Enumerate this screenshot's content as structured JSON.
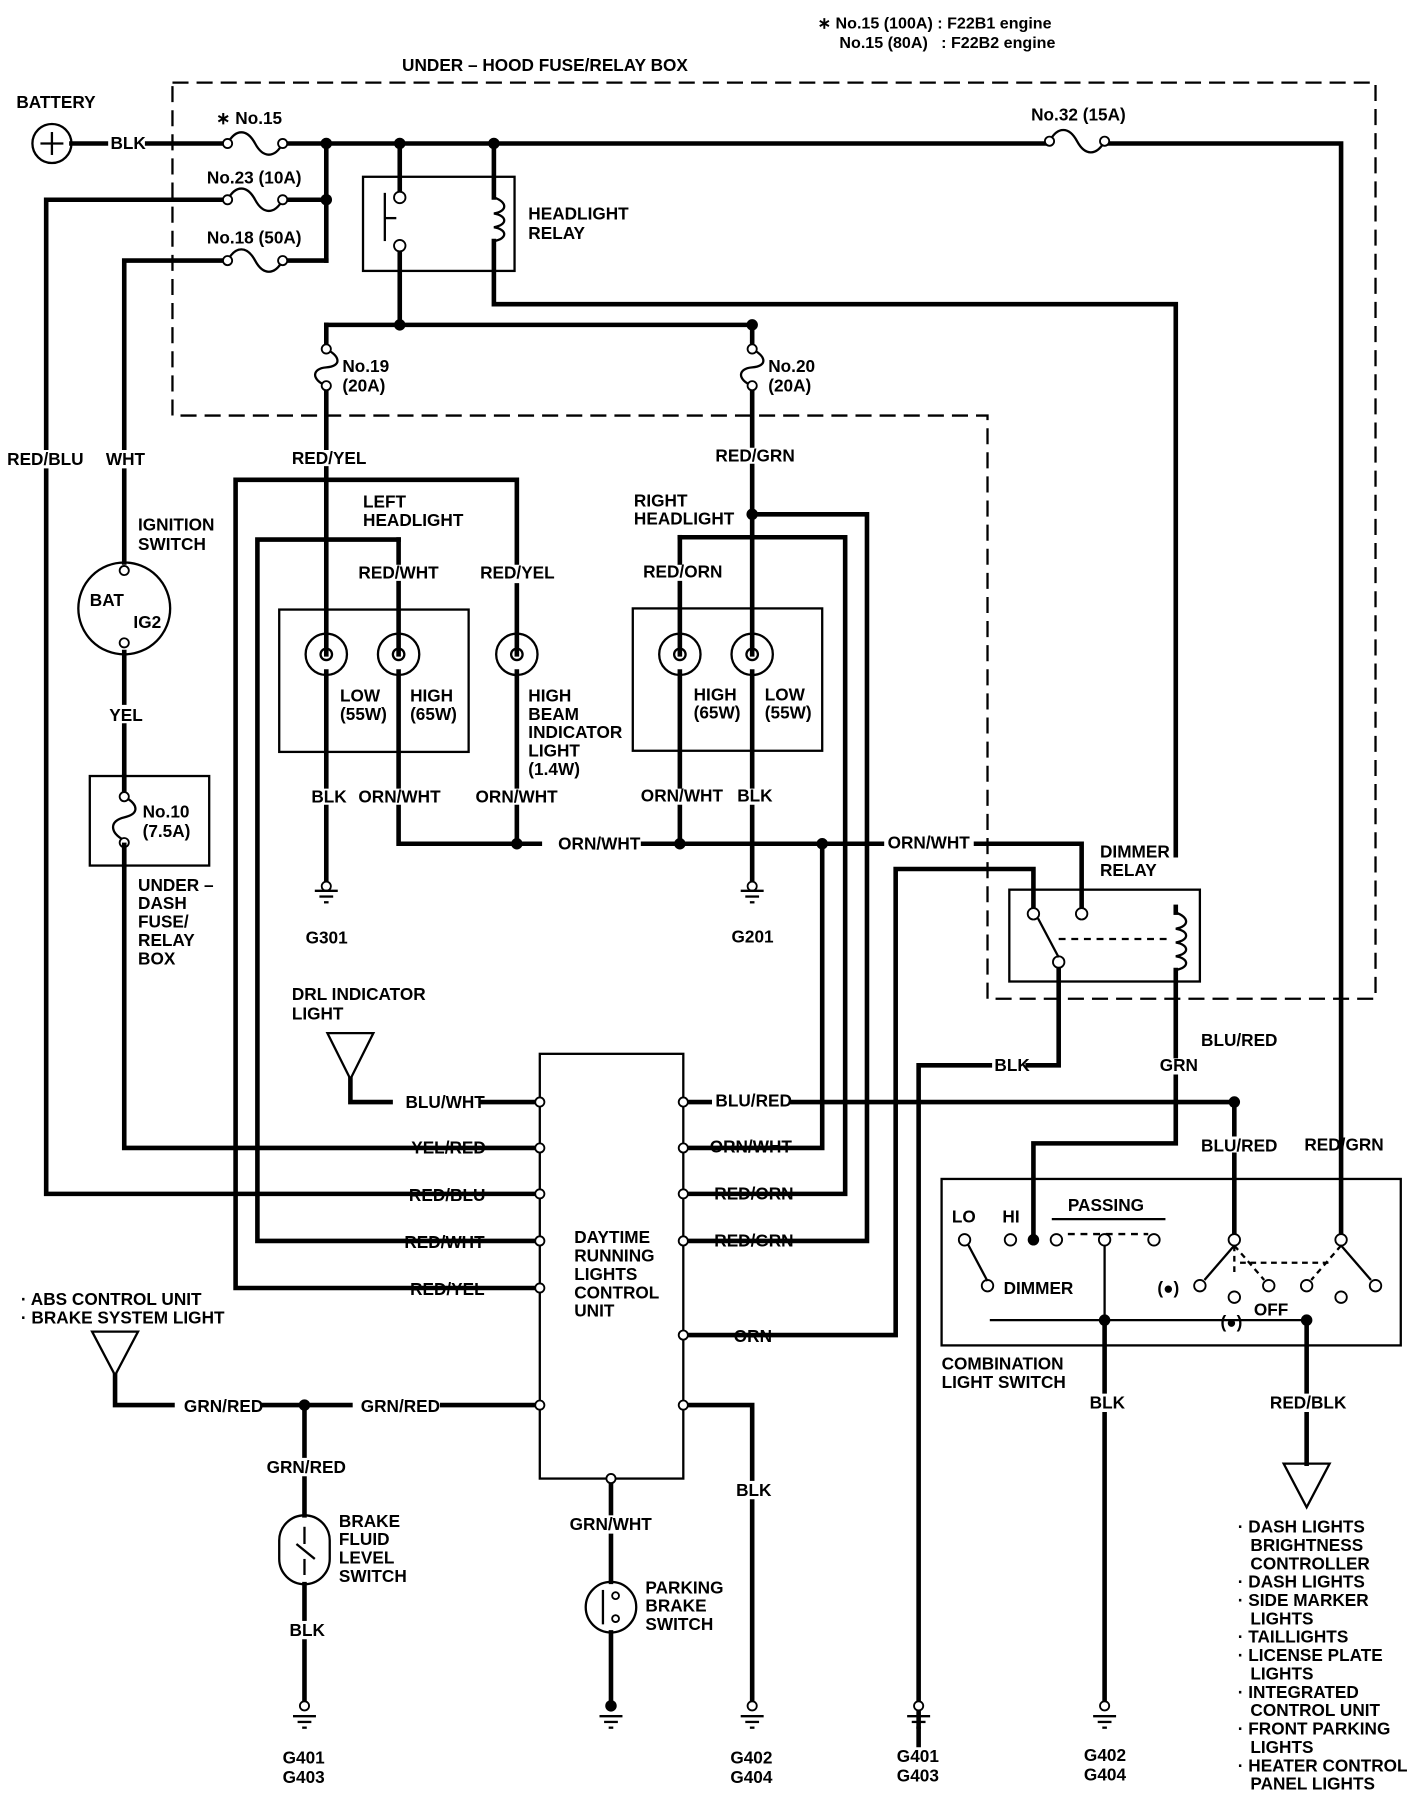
{
  "labels": {
    "note_line1": "∗ No.15 (100A) : F22B1 engine",
    "note_line2": "No.15 (80A)   : F22B2 engine",
    "underhood_box": "UNDER – HOOD FUSE/RELAY BOX",
    "battery": "BATTERY",
    "blk_battery": "BLK",
    "fuse15": "∗ No.15",
    "fuse23": "No.23 (10A)",
    "fuse18": "No.18 (50A)",
    "fuse32": "No.32 (15A)",
    "headlight_relay_1": "HEADLIGHT",
    "headlight_relay_2": "RELAY",
    "fuse19_1": "No.19",
    "fuse19_2": "(20A)",
    "fuse20_1": "No.20",
    "fuse20_2": "(20A)",
    "red_blu": "RED/BLU",
    "wht": "WHT",
    "red_yel_1": "RED/YEL",
    "red_grn_1": "RED/GRN",
    "ignition_1": "IGNITION",
    "ignition_2": "SWITCH",
    "bat": "BAT",
    "ig2": "IG2",
    "yel": "YEL",
    "fuse10_1": "No.10",
    "fuse10_2": "(7.5A)",
    "underdash_1": "UNDER –",
    "underdash_2": "DASH",
    "underdash_3": "FUSE/",
    "underdash_4": "RELAY",
    "underdash_5": "BOX",
    "left_hl_1": "LEFT",
    "left_hl_2": "HEADLIGHT",
    "right_hl_1": "RIGHT",
    "right_hl_2": "HEADLIGHT",
    "red_wht_1": "RED/WHT",
    "red_yel_2": "RED/YEL",
    "red_orn_1": "RED/ORN",
    "low_l_1": "LOW",
    "low_l_2": "(55W)",
    "high_l_1": "HIGH",
    "high_l_2": "(65W)",
    "hbi_1": "HIGH",
    "hbi_2": "BEAM",
    "hbi_3": "INDICATOR",
    "hbi_4": "LIGHT",
    "hbi_5": "(1.4W)",
    "high_r_1": "HIGH",
    "high_r_2": "(65W)",
    "low_r_1": "LOW",
    "low_r_2": "(55W)",
    "blk_l": "BLK",
    "orn_wht_a": "ORN/WHT",
    "orn_wht_b": "ORN/WHT",
    "orn_wht_c": "ORN/WHT",
    "blk_r": "BLK",
    "orn_wht_mid": "ORN/WHT",
    "orn_wht_right": "ORN/WHT",
    "g301": "G301",
    "g201": "G201",
    "dimmer_relay_1": "DIMMER",
    "dimmer_relay_2": "RELAY",
    "drl_ind_1": "DRL INDICATOR",
    "drl_ind_2": "LIGHT",
    "blk_relay": "BLK",
    "grn": "GRN",
    "blu_red_top": "BLU/RED",
    "pin_blu_wht": "BLU/WHT",
    "pin_yel_red": "YEL/RED",
    "pin_red_blu": "RED/BLU",
    "pin_red_wht": "RED/WHT",
    "pin_red_yel": "RED/YEL",
    "pin_blu_red": "BLU/RED",
    "pin_orn_wht": "ORN/WHT",
    "pin_red_orn": "RED/ORN",
    "pin_red_grn": "RED/GRN",
    "pin_orn": "ORN",
    "drl_unit_1": "DAYTIME",
    "drl_unit_2": "RUNNING",
    "drl_unit_3": "LIGHTS",
    "drl_unit_4": "CONTROL",
    "drl_unit_5": "UNIT",
    "blu_red_sw": "BLU/RED",
    "red_grn_sw": "RED/GRN",
    "lo": "LO",
    "hi": "HI",
    "passing": "PASSING",
    "dimmer": "DIMMER",
    "dot_paren": "(●)",
    "dot_paren2": "(●)",
    "off": "OFF",
    "comb_1": "COMBINATION",
    "comb_2": "LIGHT SWITCH",
    "abs_1": "· ABS CONTROL UNIT",
    "abs_2": "· BRAKE SYSTEM LIGHT",
    "grn_red_1": "GRN/RED",
    "grn_red_2": "GRN/RED",
    "grn_red_3": "GRN/RED",
    "bfl_1": "BRAKE",
    "bfl_2": "FLUID",
    "bfl_3": "LEVEL",
    "bfl_4": "SWITCH",
    "blk_bfl": "BLK",
    "grn_wht": "GRN/WHT",
    "pb_1": "PARKING",
    "pb_2": "BRAKE",
    "pb_3": "SWITCH",
    "blk_g402": "BLK",
    "blk_sw": "BLK",
    "red_blk": "RED/BLK",
    "g401a": "G401",
    "g403a": "G403",
    "g402a": "G402",
    "g404a": "G404",
    "g401b": "G401",
    "g403b": "G403",
    "g402b": "G402",
    "g404b": "G404",
    "out_1": "· DASH LIGHTS",
    "out_2": "BRIGHTNESS",
    "out_3": "CONTROLLER",
    "out_4": "· DASH LIGHTS",
    "out_5": "· SIDE MARKER",
    "out_6": "LIGHTS",
    "out_7": "· TAILLIGHTS",
    "out_8": "· LICENSE PLATE",
    "out_9": "LIGHTS",
    "out_10": "· INTEGRATED",
    "out_11": "CONTROL UNIT",
    "out_12": "· FRONT PARKING",
    "out_13": "LIGHTS",
    "out_14": "· HEATER CONTROL",
    "out_15": "PANEL LIGHTS"
  }
}
